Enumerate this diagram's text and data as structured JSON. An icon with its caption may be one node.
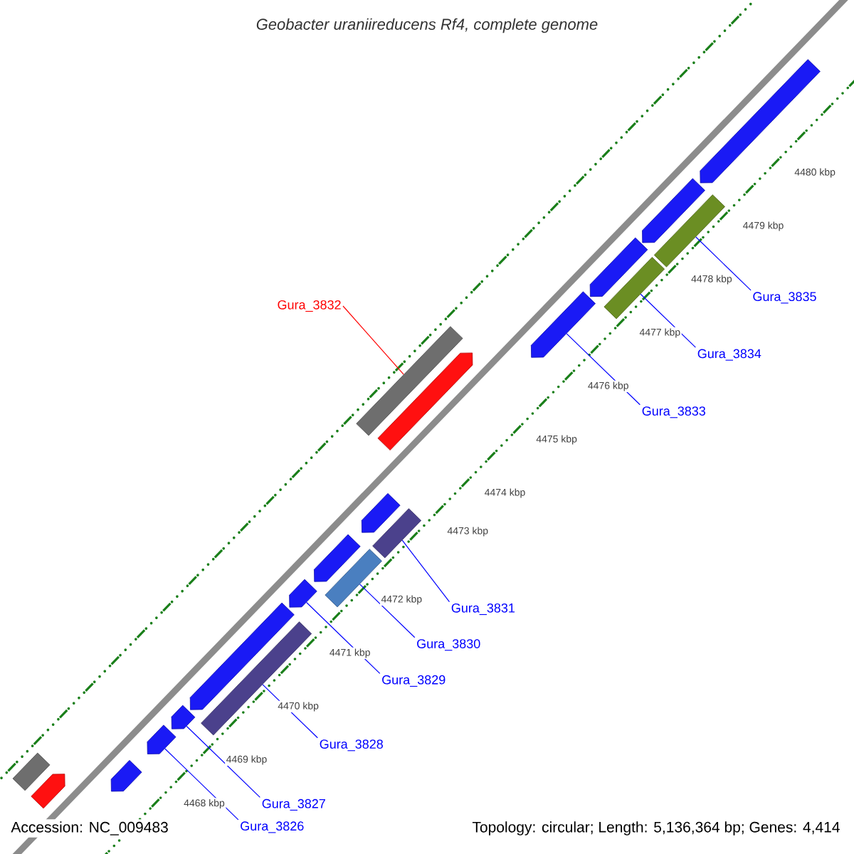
{
  "diagram": {
    "title": "Geobacter uraniireducens Rf4, complete genome",
    "nodes": [
      {
        "text": [],
        "shape": "arrow"
      },
      {
        "text": [],
        "shape": "arrow"
      },
      {
        "text": [],
        "shape": "bar"
      },
      {
        "text": [
          "Gura_3832"
        ]
      },
      {
        "text": [],
        "shape": "arrow"
      },
      {
        "text": [],
        "shape": "bar"
      },
      {
        "text": [
          "Gura_3835"
        ]
      },
      {
        "text": [],
        "shape": "bar"
      },
      {
        "text": [],
        "shape": "arrow"
      },
      {
        "text": [],
        "shape": "arrow"
      },
      {
        "text": [
          "Gura_3834"
        ]
      },
      {
        "text": [
          "Gura_3833"
        ]
      },
      {
        "text": [],
        "shape": "arrow"
      },
      {
        "text": [],
        "shape": "bar"
      },
      {
        "text": [],
        "shape": "arrow"
      },
      {
        "text": [],
        "shape": "bar"
      },
      {
        "text": [],
        "shape": "arrow"
      },
      {
        "text": [
          "Gura_3831"
        ]
      },
      {
        "text": [],
        "shape": "arrow"
      },
      {
        "text": [],
        "shape": "bar"
      },
      {
        "text": [
          "Gura_3830"
        ]
      },
      {
        "text": [
          "Gura_3829"
        ]
      },
      {
        "text": [],
        "shape": "arrow"
      },
      {
        "text": [],
        "shape": "arrow"
      },
      {
        "text": [
          "Gura_3828"
        ]
      },
      {
        "text": [],
        "shape": "arrow"
      },
      {
        "text": [],
        "shape": "arrow"
      },
      {
        "text": [],
        "shape": "bar"
      },
      {
        "text": [
          "Gura_3827"
        ]
      },
      {
        "text": [
          "Gura_3826"
        ]
      }
    ],
    "edges": [
      {
        "from": 3,
        "to": 7,
        "arrow": "none",
        "color": "#ff0000"
      },
      {
        "from": 6,
        "to": 2,
        "arrow": "none"
      },
      {
        "from": 10,
        "to": 5,
        "arrow": "none"
      },
      {
        "from": 11,
        "to": 9,
        "arrow": "none"
      },
      {
        "from": 17,
        "to": 13,
        "arrow": "none"
      },
      {
        "from": 20,
        "to": 15,
        "arrow": "none"
      },
      {
        "from": 21,
        "to": 16,
        "arrow": "none"
      },
      {
        "from": 24,
        "to": 19,
        "arrow": "none"
      },
      {
        "from": 28,
        "to": 22,
        "arrow": "none"
      },
      {
        "from": 29,
        "to": 23,
        "arrow": "none"
      }
    ],
    "labels": [
      "4480 kbp",
      "4479 kbp",
      "4478 kbp",
      "4477 kbp",
      "4476 kbp",
      "4475 kbp",
      "4474 kbp",
      "4473 kbp",
      "4472 kbp",
      "4471 kbp",
      "4470 kbp",
      "4469 kbp",
      "4468 kbp",
      "Accession: NC_009483",
      "Topology: circular; Length: 5,136,364 bp; Genes: 4,414"
    ]
  }
}
